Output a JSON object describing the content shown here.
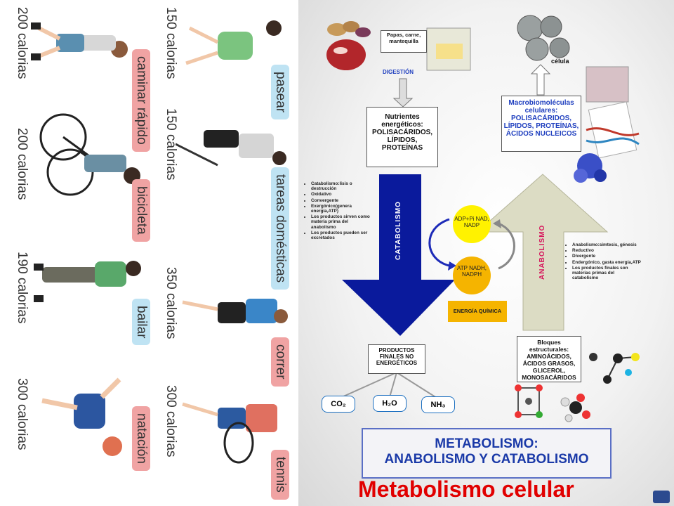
{
  "left_panel": {
    "activities": [
      {
        "calories": "200 calorias",
        "label": "caminar rápido"
      },
      {
        "calories": "200 calorias",
        "label": "bicicleta"
      },
      {
        "calories": "190 calorias",
        "label": "bailar"
      },
      {
        "calories": "300 calorias",
        "label": "natación"
      },
      {
        "calories": "150 calorias",
        "label": "pasear"
      },
      {
        "calories": "150 calorias",
        "label": "tareas domésticas"
      },
      {
        "calories": "350 calorias",
        "label": "correr"
      },
      {
        "calories": "300 calorias",
        "label": "tennis"
      }
    ]
  },
  "diagram": {
    "food_box": "Papas, carne, mantequilla",
    "digestion": "DIGESTIÓN",
    "nutrients": "Nutrientes energéticos: POLISACÁRIDOS, LÍPIDOS, PROTEÍNAS",
    "cell_label": "célula",
    "macro_title": "Macrobiomoléculas celulares:",
    "macro_items": "POLISACÁRIDOS, LÍPIDOS, PROTEÍNAS, ÁCIDOS NUCLEICOS",
    "catabolism_label": "CATABOLISMO",
    "anabolism_label": "ANABOLISMO",
    "catabolism_notes": [
      "Catabolismo:lisis o destrucción",
      "Oxidativo",
      "Convergente",
      "Exergónico(genera energía,ATP)",
      "Los productos sirven como materia prima del anabolismo",
      "Los productos pueden ser excretados"
    ],
    "anabolism_notes": [
      "Anabolismo:simtesis, génesis",
      "Reductivo",
      "Divergente",
      "Endergónico, gasta energía,ATP",
      "Los productos finales son materias primas del catabolismo"
    ],
    "adp": "ADP+Pi NAD, NADP",
    "atp": "ATP NADH, NADPH",
    "chemical_energy": "ENERGÍA QUÍMICA",
    "final_products": "PRODUCTOS FINALES NO ENERGÉTICOS",
    "co2": "CO₂",
    "h2o": "H₂O",
    "nh3": "NH₃",
    "blocks": "Bloques estructurales: AMINOÁCIDOS, ÁCIDOS GRASOS, GLICEROL, MONOSACÁRIDOS",
    "banner_line1": "METABOLISMO:",
    "banner_line2": "ANABOLISMO Y CATABOLISMO",
    "main_title": "Metabolismo celular"
  },
  "colors": {
    "catabolism_arrow": "#0a1a9c",
    "anabolism_arrow": "#dcdcc4",
    "energy_box": "#f5b400",
    "adp_circle": "#fff200",
    "atp_circle": "#f5b400",
    "title_red": "#e10000",
    "tag_blue": "#bfe3f3",
    "tag_pink": "#f0a3a3"
  }
}
